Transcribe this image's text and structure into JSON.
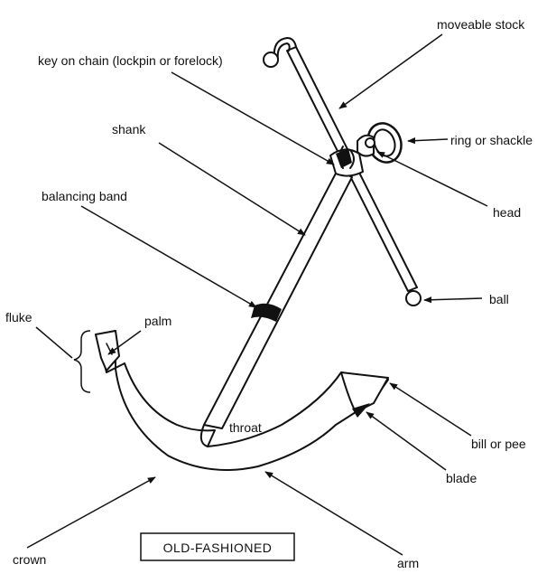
{
  "labels": {
    "moveable_stock": "moveable stock",
    "key_on_chain": "key on chain (lockpin or forelock)",
    "shank": "shank",
    "ring_or_shackle": "ring or shackle",
    "balancing_band": "balancing band",
    "head": "head",
    "ball": "ball",
    "fluke": "fluke",
    "palm": "palm",
    "throat": "throat",
    "bill_or_pee": "bill or pee",
    "blade": "blade",
    "crown": "crown",
    "arm": "arm"
  },
  "caption": "OLD-FASHIONED",
  "colors": {
    "ink": "#111111",
    "paper": "#ffffff"
  }
}
